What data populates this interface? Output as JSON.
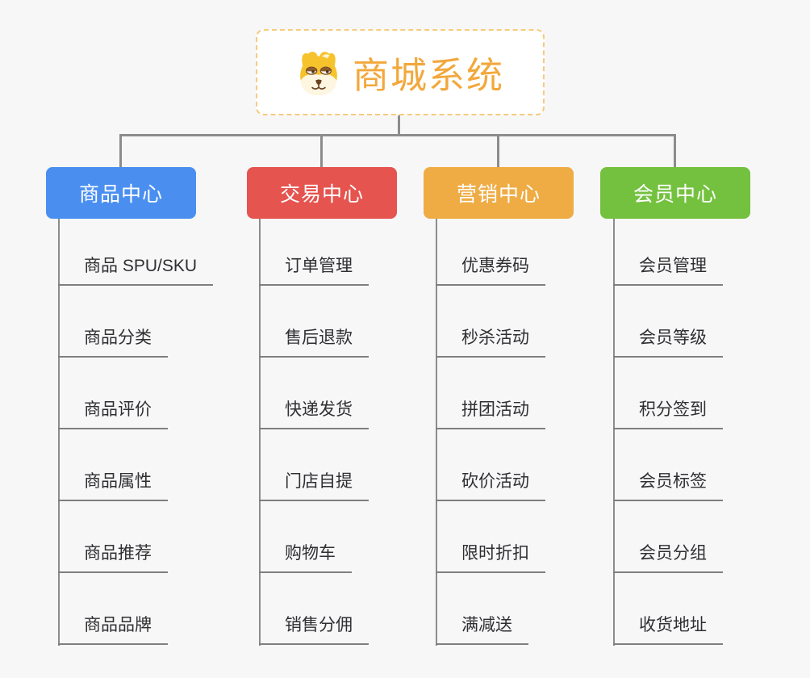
{
  "page": {
    "background": "#F7F7F7"
  },
  "colors": {
    "connector": "#8C8C8C",
    "leaf_underline": "#7F7F7F",
    "leaf_text": "#2F2F33"
  },
  "root": {
    "title": "商城系统",
    "icon": "dog-face-icon",
    "text_color": "#F2A83C",
    "border_color": "#F7CA7E"
  },
  "branches": [
    {
      "label": "商品中心",
      "color": "#4A8FF0",
      "children": [
        "商品 SPU/SKU",
        "商品分类",
        "商品评价",
        "商品属性",
        "商品推荐",
        "商品品牌"
      ]
    },
    {
      "label": "交易中心",
      "color": "#E5544F",
      "children": [
        "订单管理",
        "售后退款",
        "快递发货",
        "门店自提",
        "购物车",
        "销售分佣"
      ]
    },
    {
      "label": "营销中心",
      "color": "#EFAC44",
      "children": [
        "优惠券码",
        "秒杀活动",
        "拼团活动",
        "砍价活动",
        "限时折扣",
        "满减送"
      ]
    },
    {
      "label": "会员中心",
      "color": "#74C13F",
      "children": [
        "会员管理",
        "会员等级",
        "积分签到",
        "会员标签",
        "会员分组",
        "收货地址"
      ]
    }
  ]
}
